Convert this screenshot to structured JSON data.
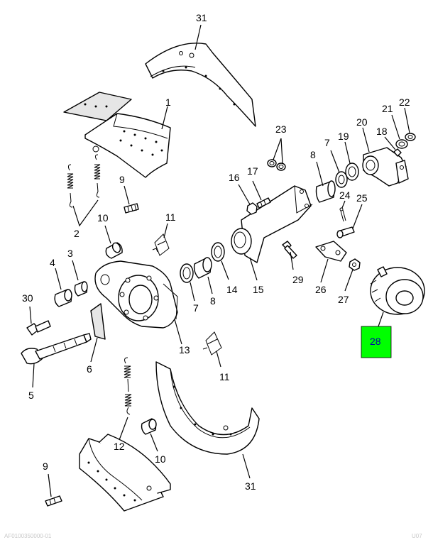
{
  "diagram": {
    "labels": {
      "l31_top": "31",
      "l1": "1",
      "l23": "23",
      "l21": "21",
      "l22": "22",
      "l20": "20",
      "l18": "18",
      "l7_top": "7",
      "l19": "19",
      "l8_top": "8",
      "l16": "16",
      "l17": "17",
      "l9_top": "9",
      "l24": "24",
      "l25": "25",
      "l2": "2",
      "l10_top": "10",
      "l11_top": "11",
      "l3": "3",
      "l4": "4",
      "l30": "30",
      "l14": "14",
      "l15": "15",
      "l29": "29",
      "l26": "26",
      "l27": "27",
      "l7_mid": "7",
      "l8_mid": "8",
      "l13": "13",
      "l6": "6",
      "l5": "5",
      "l11_bot": "11",
      "l12": "12",
      "l10_bot": "10",
      "l9_bot": "9",
      "l31_bot": "31"
    },
    "highlight": {
      "label": "28",
      "fill": "#00ff00",
      "text_color": "#0000aa"
    },
    "footer": {
      "left": "AF0100350000-01",
      "right": "U07"
    }
  }
}
